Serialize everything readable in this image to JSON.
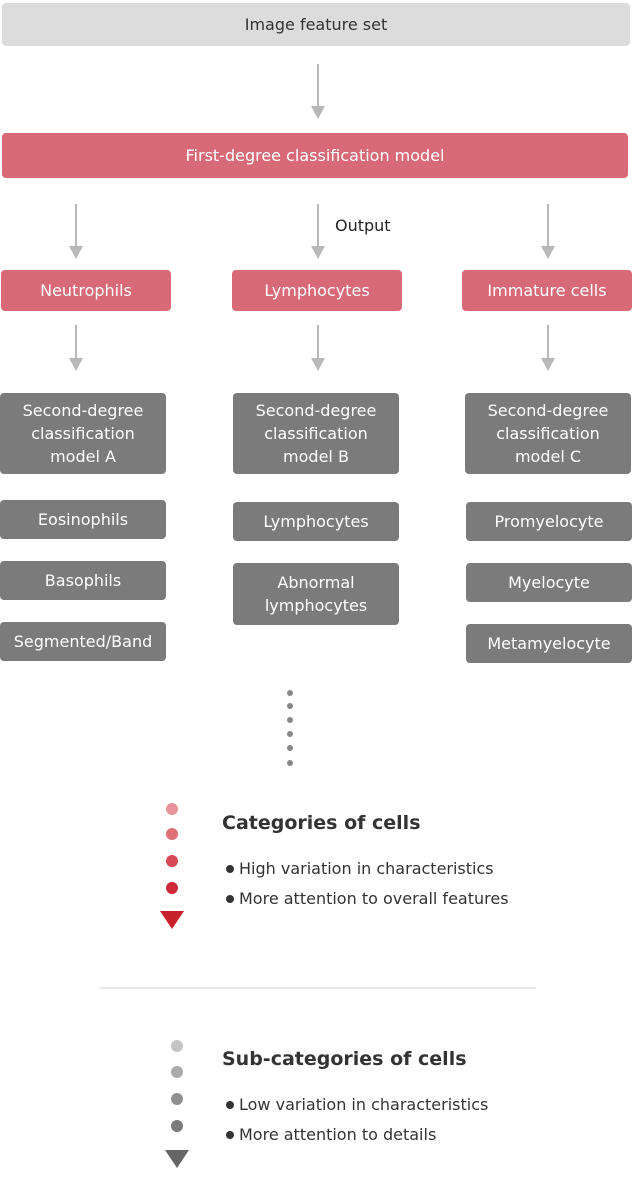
{
  "top_box": "Image feature set",
  "first_model": "First-degree classification model",
  "output_label": "Output",
  "first_categories": [
    "Neutrophils",
    "Lymphocytes",
    "Immature cells"
  ],
  "second_models": [
    {
      "title": [
        "Second-degree",
        "classification",
        "model A"
      ],
      "items": [
        "Eosinophils",
        "Basophils",
        "Segmented/Band"
      ]
    },
    {
      "title": [
        "Second-degree",
        "classification",
        "model B"
      ],
      "items": [
        "Lymphocytes",
        "Abnormal lymphocytes"
      ]
    },
    {
      "title": [
        "Second-degree",
        "classification",
        "model C"
      ],
      "items": [
        "Promyelocyte",
        "Myelocyte",
        "Metamyelocyte"
      ]
    }
  ],
  "legend": {
    "categories": {
      "title": "Categories of cells",
      "points": [
        "High variation in characteristics",
        "More attention to overall features"
      ]
    },
    "subcategories": {
      "title": "Sub-categories of cells",
      "points": [
        "Low variation in characteristics",
        "More attention to details"
      ]
    }
  },
  "colors": {
    "pink": "#d76a76",
    "grey_box": "#7b7b7b",
    "arrow": "#b8b8b8",
    "red_marker": "#c8202a",
    "dark_marker": "#666666"
  }
}
